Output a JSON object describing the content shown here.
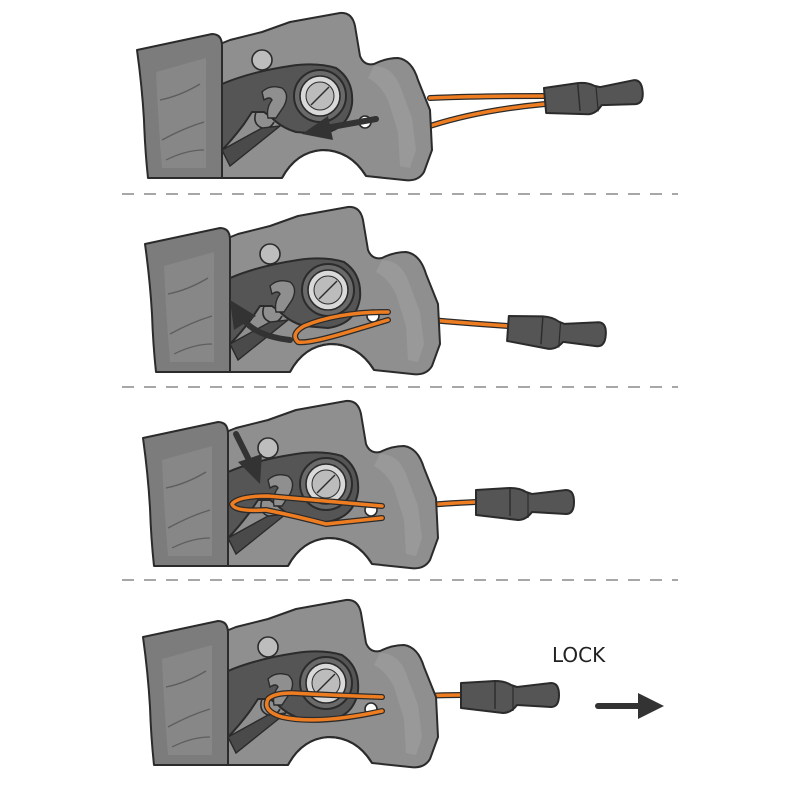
{
  "figure": {
    "label": "LOCK",
    "colors": {
      "body": "#8f8f8f",
      "body_dark": "#6e6e6e",
      "body_light": "#a3a3a3",
      "outline": "#2b2b2b",
      "cord": "#ee7d22",
      "sleeve": "#555555",
      "arrow": "#333333",
      "separator": "#8a8a8a",
      "background": "#ffffff"
    },
    "panels": [
      {
        "step": 1,
        "cord_state": "straight",
        "arrow": "left"
      },
      {
        "step": 2,
        "cord_state": "loop-under-hook",
        "arrow": "curved-up-left"
      },
      {
        "step": 3,
        "cord_state": "loop-over-hook",
        "arrow": "down"
      },
      {
        "step": 4,
        "cord_state": "hooked",
        "arrow": "right-lock"
      }
    ]
  }
}
